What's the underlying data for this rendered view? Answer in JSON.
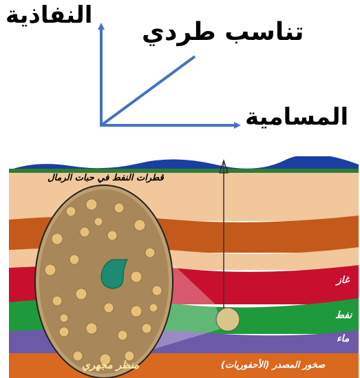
{
  "axes": {
    "y_label": "النفاذية",
    "x_label": "المسامية",
    "relation_label": "تناسب طردي"
  },
  "geology": {
    "caption": "قطرات النفط في حبات الرمال",
    "layers": {
      "gas": "غاز",
      "oil": "نفط",
      "water": "ماء",
      "source_rock": "صخور المصدر (الأحفوريات)"
    },
    "macro_view": "منظر مجهري"
  },
  "colors": {
    "arrow": "#4472c4",
    "sky": "#1b3fa0",
    "sand": "#f2c79c",
    "gas_layer": "#c8102e",
    "oil_layer": "#1e9a3c",
    "water_layer": "#6c5aa8",
    "source_layer": "#d9691f"
  }
}
